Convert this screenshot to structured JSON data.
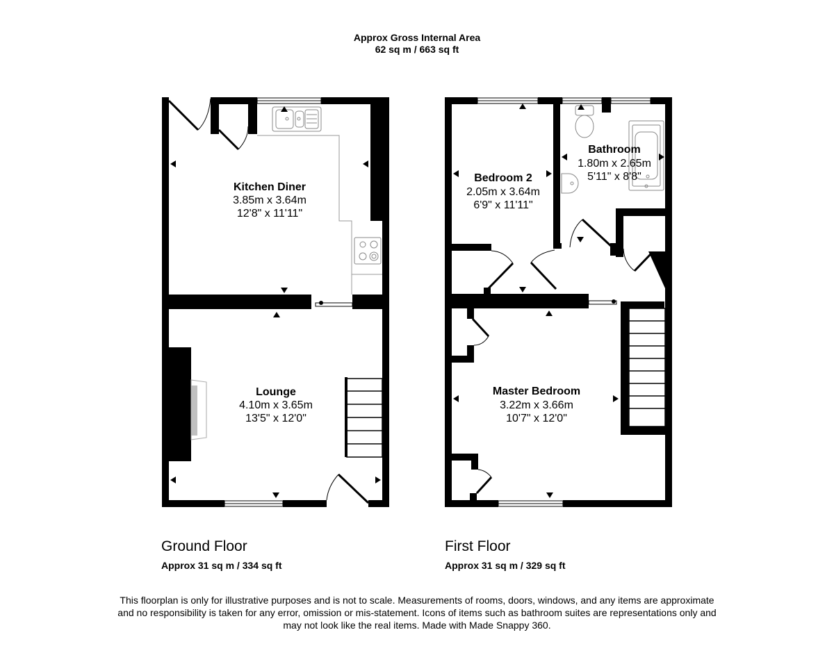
{
  "header": {
    "title": "Approx Gross Internal Area",
    "total_area": "62 sq m / 663 sq ft"
  },
  "floors": [
    {
      "name": "Ground Floor",
      "area": "Approx 31 sq m / 334 sq ft",
      "rooms": [
        {
          "name": "Kitchen Diner",
          "metric": "3.85m x 3.64m",
          "imperial": "12'8\" x 11'11\""
        },
        {
          "name": "Lounge",
          "metric": "4.10m x 3.65m",
          "imperial": "13'5\" x 12'0\""
        }
      ]
    },
    {
      "name": "First Floor",
      "area": "Approx 31 sq m / 329 sq ft",
      "rooms": [
        {
          "name": "Bedroom 2",
          "metric": "2.05m x 3.64m",
          "imperial": "6'9\" x 11'11\""
        },
        {
          "name": "Bathroom",
          "metric": "1.80m x 2.65m",
          "imperial": "5'11\" x 8'8\""
        },
        {
          "name": "Master Bedroom",
          "metric": "3.22m x 3.66m",
          "imperial": "10'7\" x 12'0\""
        }
      ]
    }
  ],
  "disclaimer": {
    "line1": "This floorplan is only for illustrative purposes and is not to scale. Measurements of rooms, doors, windows, and any items are approximate",
    "line2": "and no responsibility is taken for any error, omission or mis-statement. Icons of items such as bathroom suites are representations only and",
    "line3": "may not look like the real items. Made with Made Snappy 360."
  },
  "icons": [
    "door-swing-icon",
    "window-icon",
    "sink-icon",
    "hob-icon",
    "toilet-icon",
    "bath-icon",
    "basin-icon",
    "stairs-icon",
    "fireplace-icon",
    "dimension-arrow-icon"
  ],
  "colors": {
    "wall": "#000000",
    "fixture": "#9a9a9a",
    "hearth": "#c0c0c0",
    "background": "#ffffff"
  }
}
